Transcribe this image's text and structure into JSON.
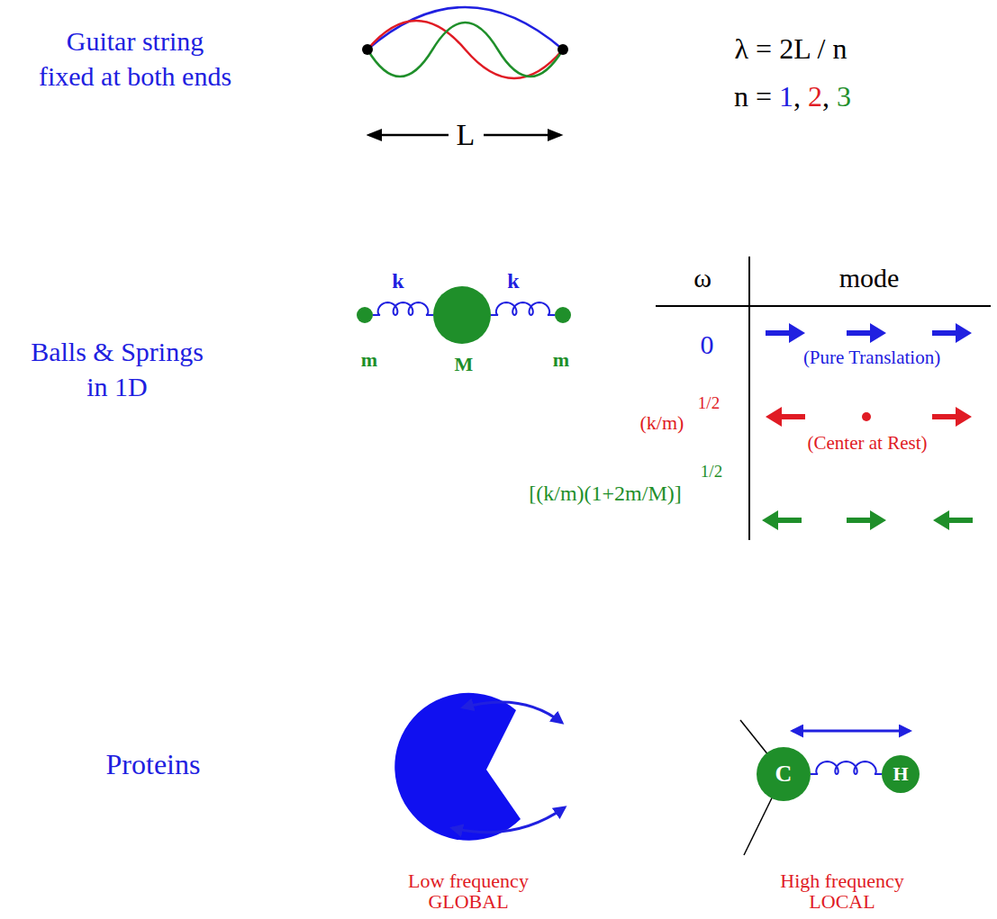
{
  "diagram": {
    "nodes": [
      {
        "text": [
          "C"
        ]
      },
      {
        "text": [
          "H"
        ]
      }
    ],
    "edges": [
      {
        "from": 0,
        "to": 1,
        "arrow": "none"
      }
    ],
    "labels": [
      "Guitar string fixed at both ends",
      "L",
      "λ = 2L / n",
      "n = 1, 2, 3",
      "Balls & Springs in 1D",
      "k",
      "k",
      "m",
      "M",
      "m",
      "ω",
      "mode",
      "0",
      "(Pure Translation)",
      "(k/m)",
      "1/2",
      "(Center at Rest)",
      "[(k/m)(1+2m/M)]",
      "1/2",
      "Proteins",
      "Low frequency GLOBAL",
      "High frequency LOCAL"
    ]
  }
}
